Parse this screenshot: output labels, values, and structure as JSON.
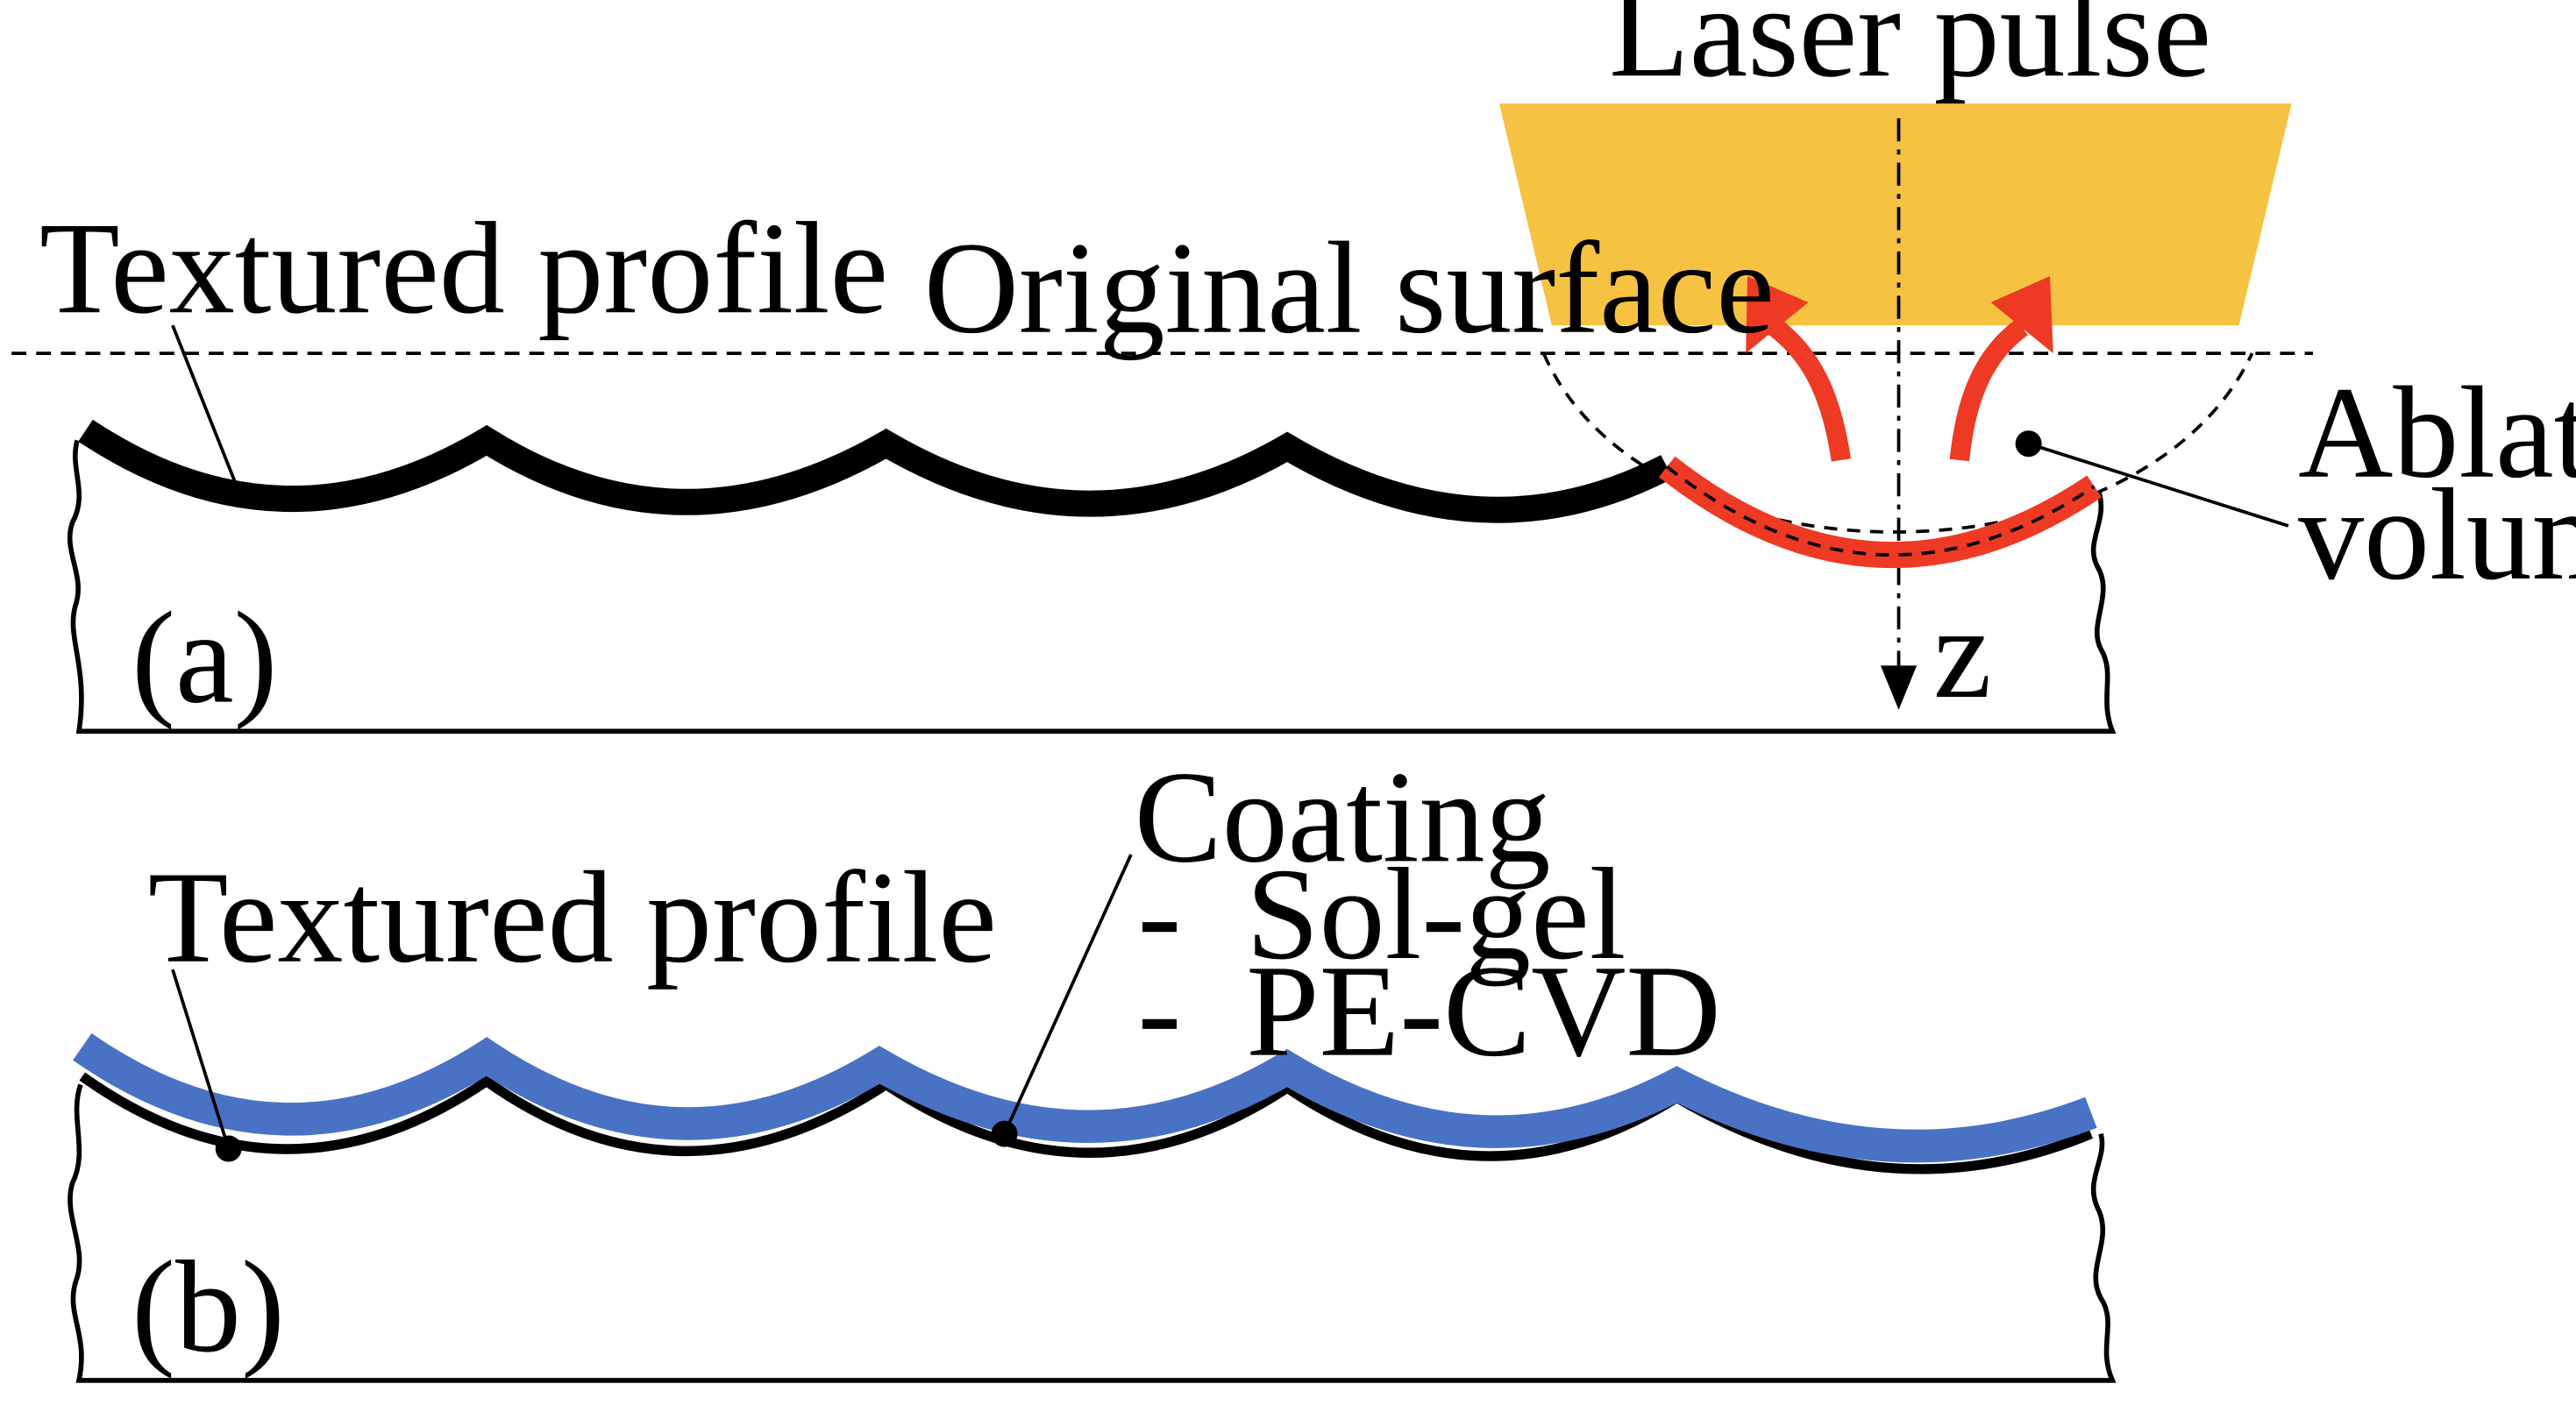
{
  "panel_a": {
    "tag": "(a)",
    "laser_label": "Laser pulse",
    "original_surface_label": "Original surface",
    "textured_profile_label": "Textured profile",
    "ablated_label_line1": "Ablated",
    "ablated_label_line2": "volume",
    "axis_label": "z"
  },
  "panel_b": {
    "tag": "(b)",
    "textured_profile_label": "Textured profile",
    "coating_label": "Coating",
    "coating_methods": [
      {
        "dash": "-",
        "name": "Sol-gel"
      },
      {
        "dash": "-",
        "name": "PE-CVD"
      }
    ]
  },
  "colors": {
    "laser_beam": "#F5C242",
    "ablation": "#EE3A24",
    "coating": "#4A72C4",
    "substrate_outline": "#000000"
  }
}
